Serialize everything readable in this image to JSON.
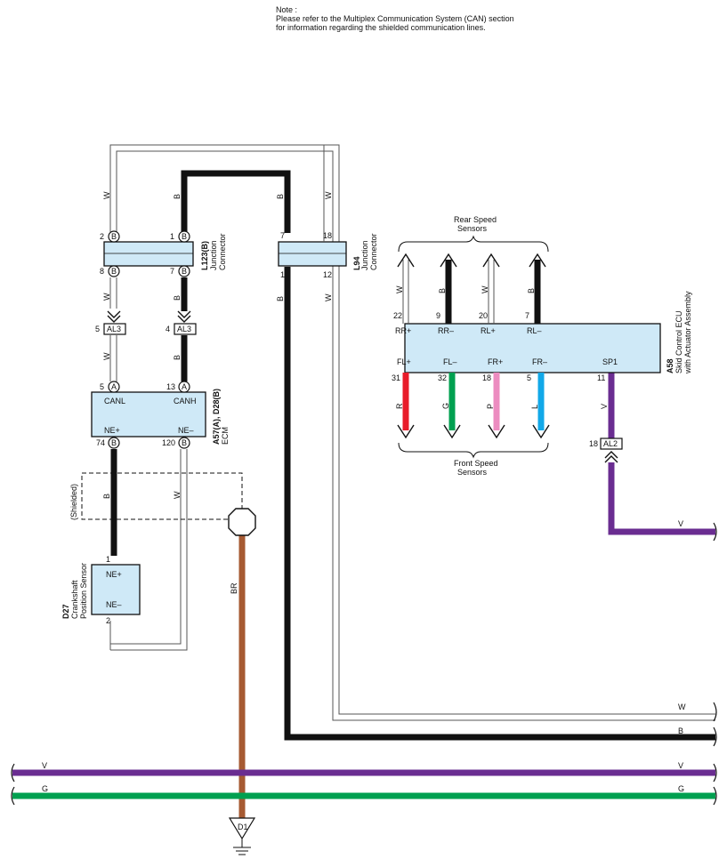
{
  "note": {
    "line1": "Note :",
    "line2": "Please refer to the Multiplex Communication System (CAN) section",
    "line3": "for information regarding the shielded communication lines."
  },
  "colors": {
    "W": "#ffffff",
    "B": "#111111",
    "V": "#6a2d91",
    "G": "#00a050",
    "R": "#e81c2a",
    "P": "#ec8cc0",
    "L": "#12a8e8",
    "BR": "#a65a32",
    "box": "#cfe9f7"
  },
  "wire_codes": {
    "W": "W",
    "B": "B",
    "V": "V",
    "G": "G",
    "R": "R",
    "P": "P",
    "L": "L",
    "BR": "BR"
  },
  "components": {
    "l123": {
      "id": "L123(B)",
      "name1": "Junction",
      "name2": "Connector",
      "pins": {
        "tl": "2",
        "tr": "1",
        "bl": "8",
        "br": "7"
      },
      "pin_letter": "B"
    },
    "l94": {
      "id": "L94",
      "name1": "Junction",
      "name2": "Connector",
      "pins": {
        "tl": "7",
        "tr": "18",
        "bl": "1",
        "br": "12"
      }
    },
    "ecm": {
      "id": "A57(A), D28(B)",
      "name": "ECM",
      "pins": {
        "canl": "5",
        "canh": "13",
        "nep": "74",
        "nem": "120"
      },
      "pin_letter_top": "A",
      "pin_letter_bottom": "B",
      "labels": {
        "canl": "CANL",
        "canh": "CANH",
        "nep": "NE+",
        "nem": "NE–"
      }
    },
    "d27": {
      "id": "D27",
      "name1": "Crankshaft",
      "name2": "Position Sensor",
      "pins": {
        "p1": "1",
        "p2": "2"
      },
      "labels": {
        "p1": "NE+",
        "p2": "NE–"
      }
    },
    "a58": {
      "id": "A58",
      "name1": "Skid Control ECU",
      "name2": "with Actuator Assembly",
      "top_pins": [
        {
          "num": "22",
          "label": "RR+",
          "wire": "W"
        },
        {
          "num": "9",
          "label": "RR–",
          "wire": "B"
        },
        {
          "num": "20",
          "label": "RL+",
          "wire": "W"
        },
        {
          "num": "7",
          "label": "RL–",
          "wire": "B"
        }
      ],
      "bottom_pins": [
        {
          "num": "31",
          "label": "FL+",
          "wire": "R"
        },
        {
          "num": "32",
          "label": "FL–",
          "wire": "G"
        },
        {
          "num": "18",
          "label": "FR+",
          "wire": "P"
        },
        {
          "num": "5",
          "label": "FR–",
          "wire": "L"
        },
        {
          "num": "11",
          "label": "SP1",
          "wire": "V"
        }
      ]
    }
  },
  "connectors": {
    "al3_left": {
      "pin": "5",
      "name": "AL3"
    },
    "al3_right": {
      "pin": "4",
      "name": "AL3"
    },
    "al2": {
      "pin": "18",
      "name": "AL2"
    }
  },
  "groups": {
    "rear": {
      "line1": "Rear Speed",
      "line2": "Sensors"
    },
    "front": {
      "line1": "Front Speed",
      "line2": "Sensors"
    }
  },
  "shielded": "(Shielded)",
  "ground": "D1"
}
